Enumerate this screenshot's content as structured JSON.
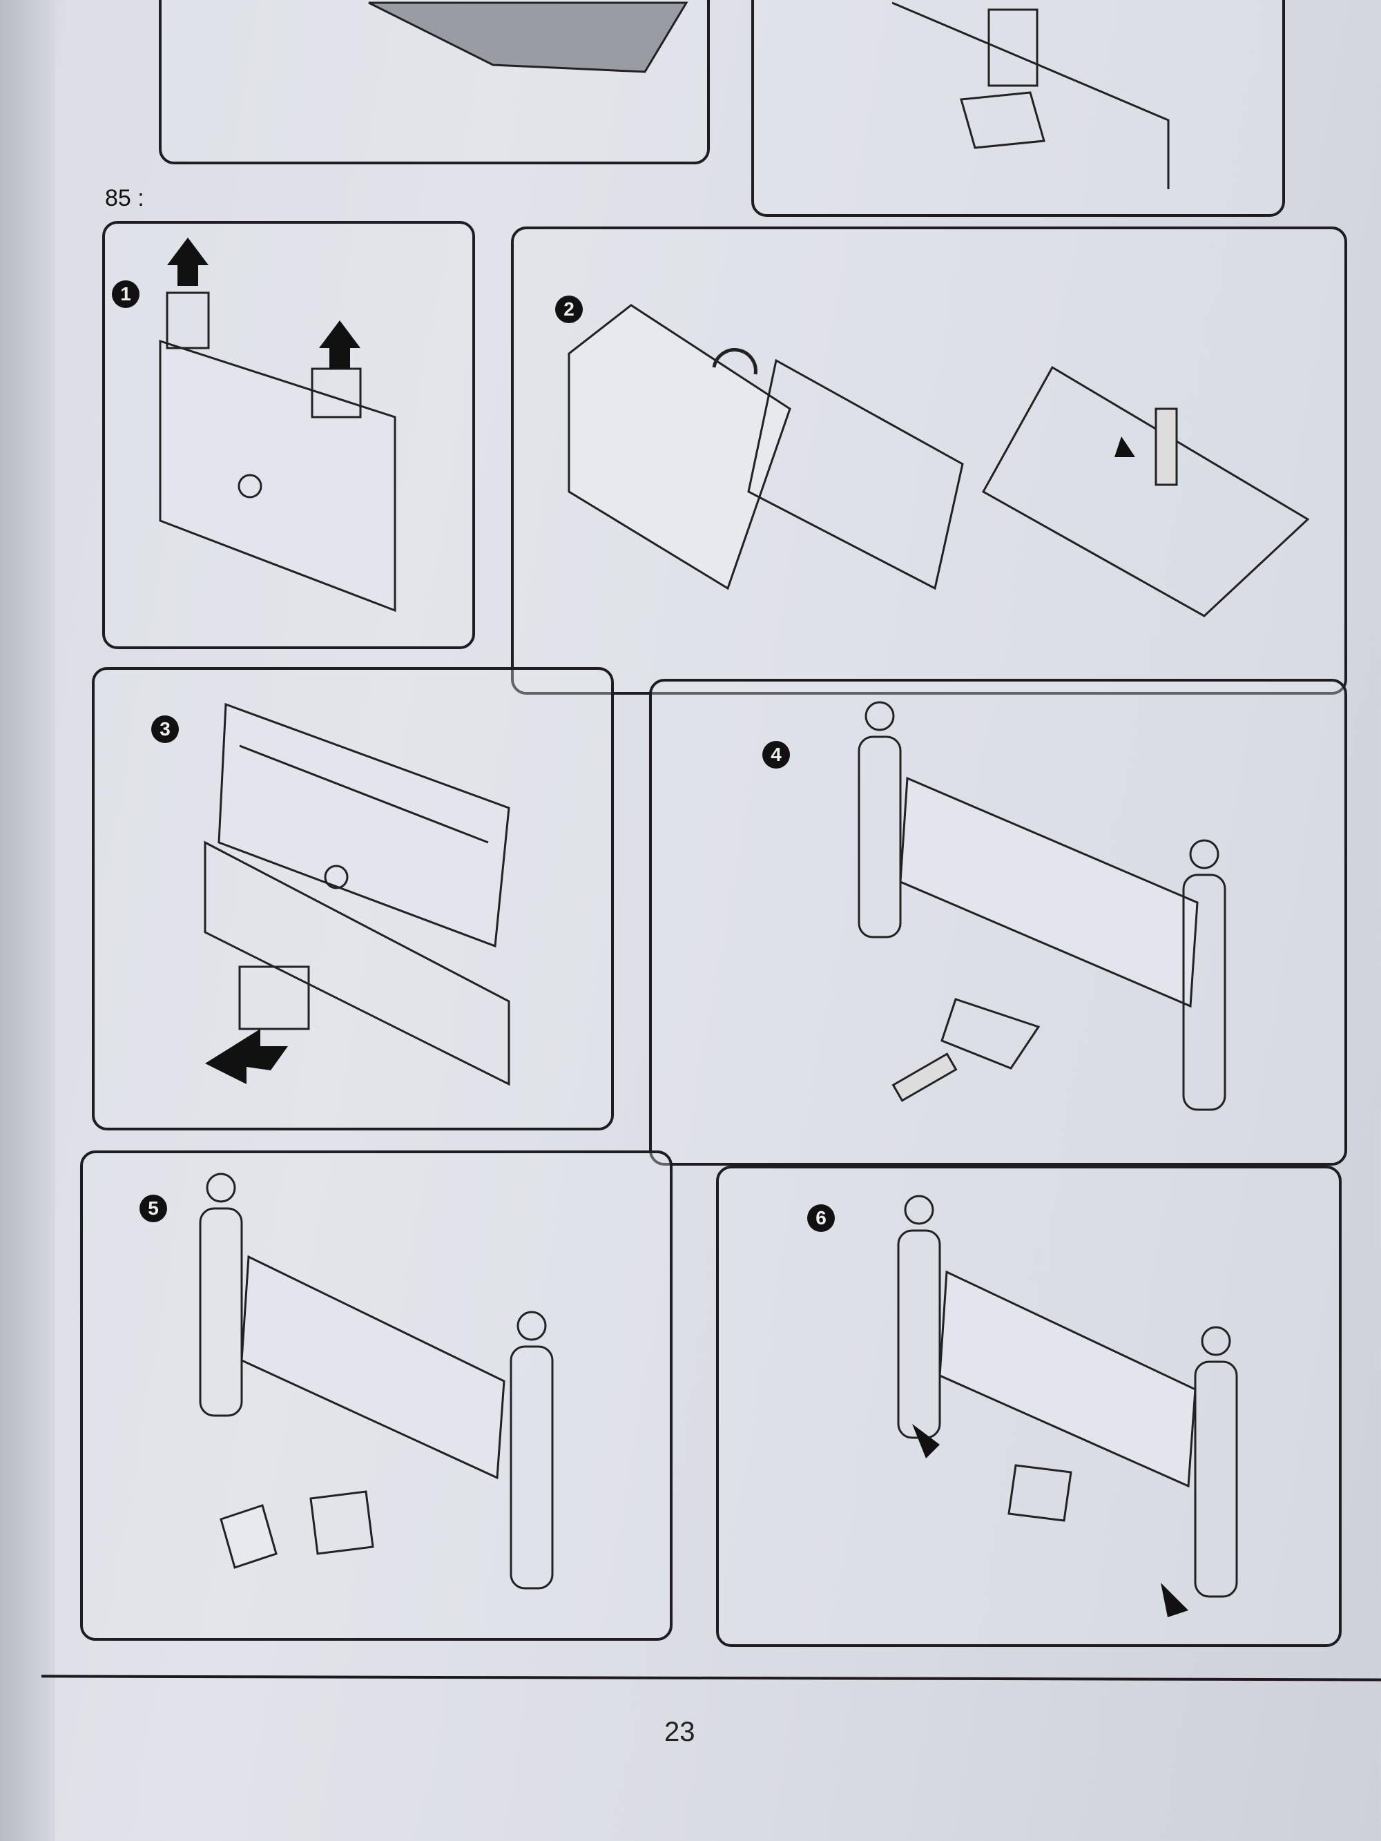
{
  "section_label": "85 :",
  "steps": [
    {
      "number": "1"
    },
    {
      "number": "2"
    },
    {
      "number": "3"
    },
    {
      "number": "4"
    },
    {
      "number": "5"
    },
    {
      "number": "6"
    }
  ],
  "page_number": "23"
}
